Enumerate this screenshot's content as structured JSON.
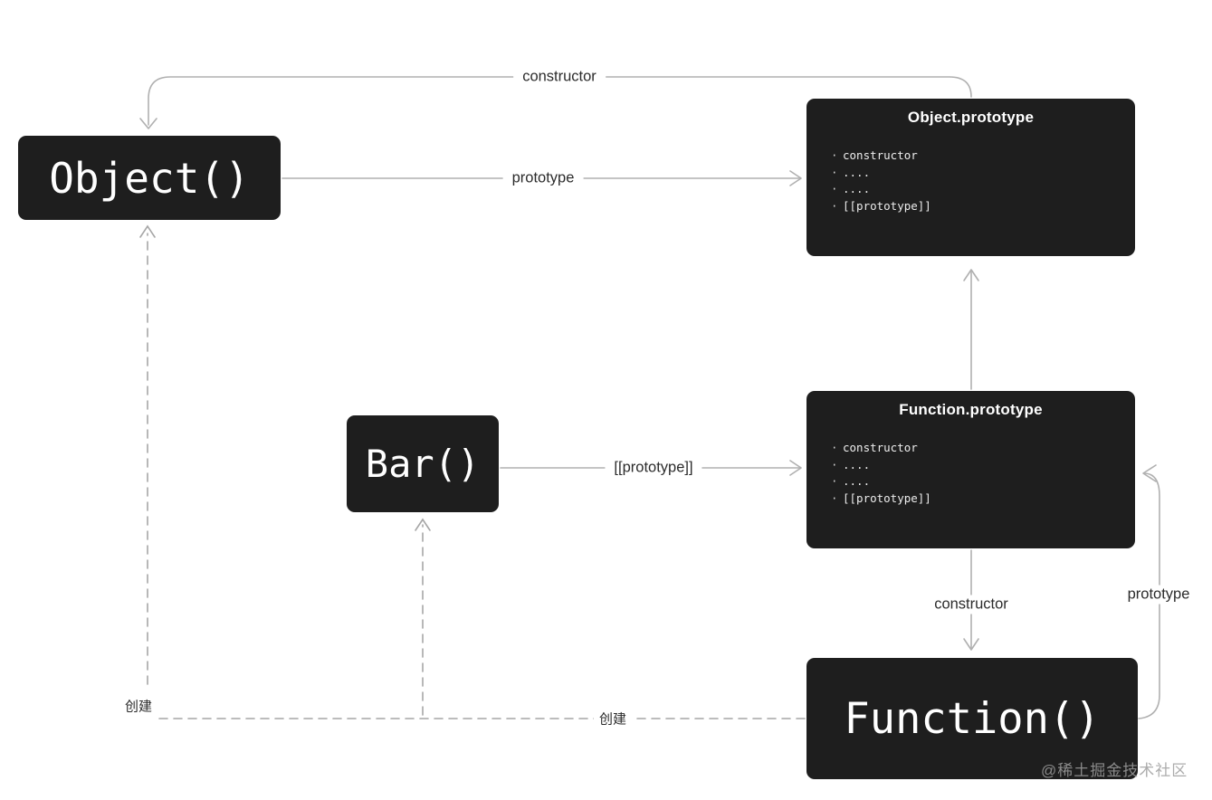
{
  "diagram": {
    "nodes": {
      "object_fn": {
        "label": "Object()"
      },
      "bar_fn": {
        "label": "Bar()"
      },
      "function_fn": {
        "label": "Function()"
      },
      "object_prototype": {
        "title": "Object.prototype",
        "items": [
          "constructor",
          "....",
          "....",
          "[[prototype]]"
        ]
      },
      "function_prototype": {
        "title": "Function.prototype",
        "items": [
          "constructor",
          "....",
          "....",
          "[[prototype]]"
        ]
      }
    },
    "edge_labels": {
      "constructor_top": "constructor",
      "prototype_object": "prototype",
      "bar_prototype": "[[prototype]]",
      "constructor_function": "constructor",
      "prototype_function": "prototype",
      "create_object": "创建",
      "create_bar": "创建"
    },
    "watermark": "@稀土掘金技术社区",
    "colors": {
      "node_bg": "#1e1e1e",
      "node_text": "#ffffff",
      "solid_line": "#b0b0b0",
      "dashed_line": "#a6a6a6",
      "label_text": "#2b2b2b",
      "watermark_text": "#9e9e9e"
    }
  }
}
